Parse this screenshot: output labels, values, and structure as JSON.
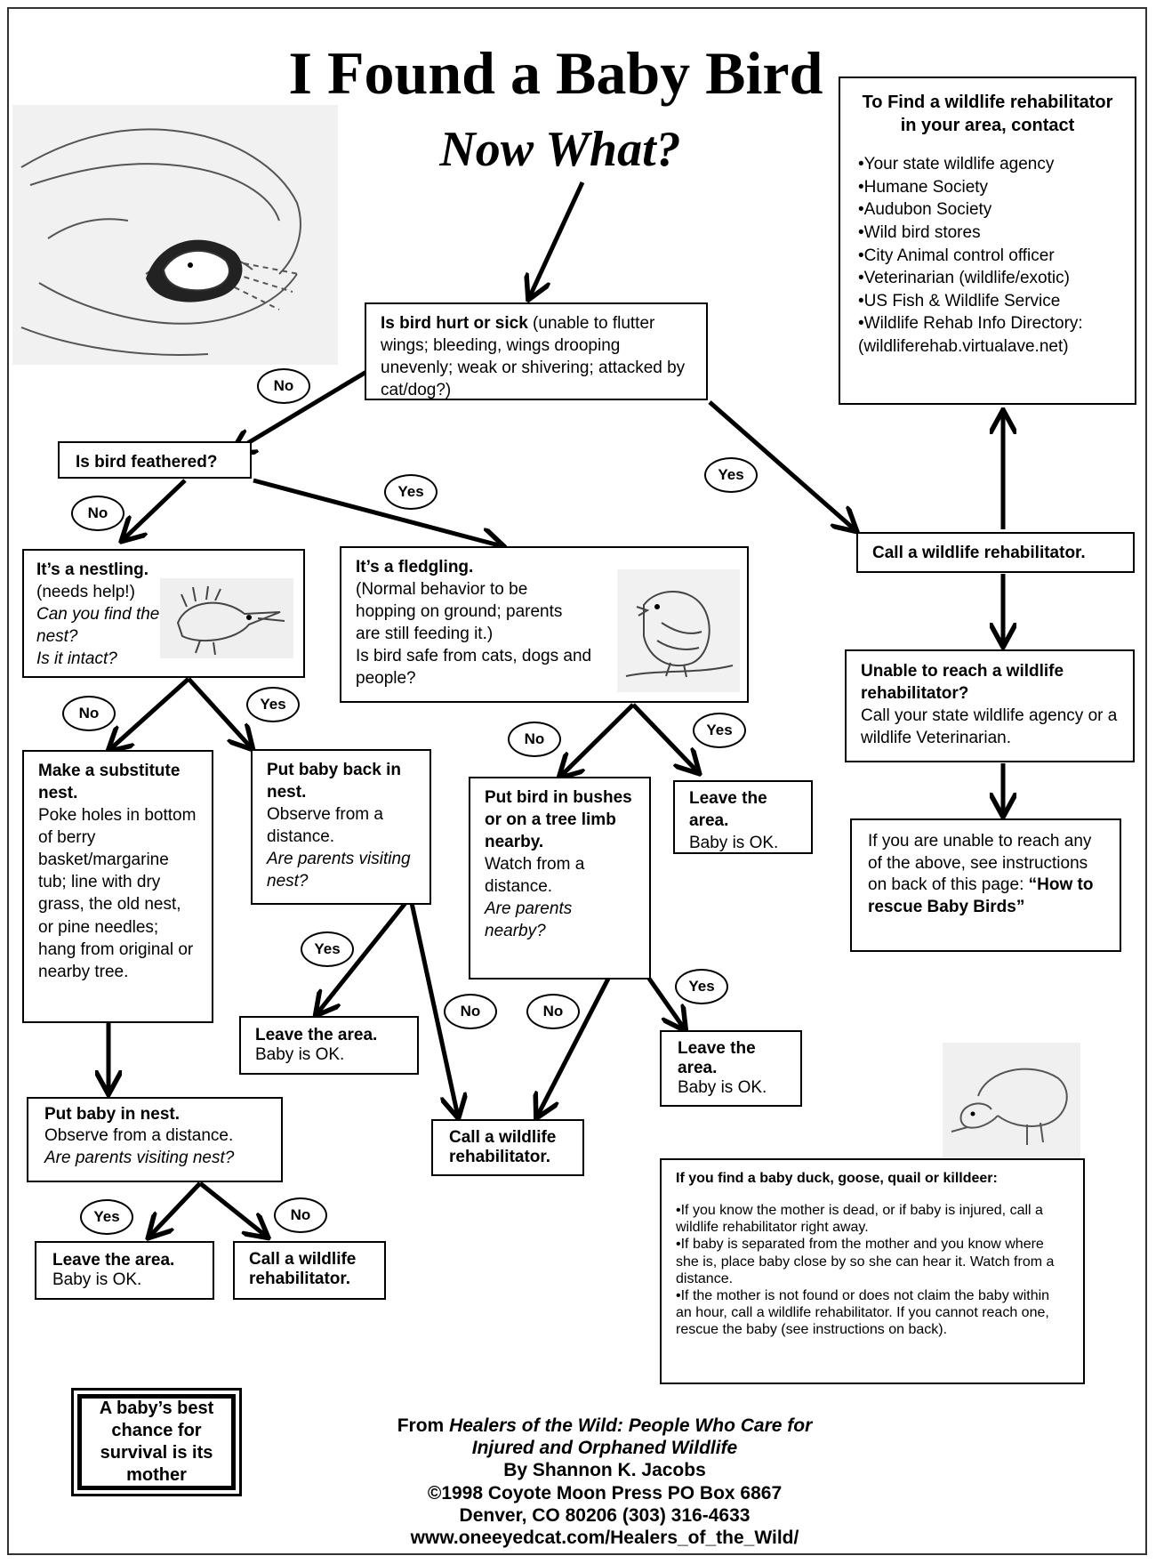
{
  "title": {
    "line1": "I Found a Baby Bird",
    "line2": "Now What?"
  },
  "decision_hurt": {
    "bold": "Is bird hurt or sick",
    "text": "(unable to flutter wings; bleeding, wings drooping unevenly; weak or shivering; attacked by cat/dog?)"
  },
  "feathered": "Is bird feathered?",
  "nestling": {
    "title": "It’s a nestling.",
    "l1": "(needs help!)",
    "l2": "Can you find the nest?",
    "l3": "Is it intact?"
  },
  "fledgling": {
    "title": "It’s a fledgling.",
    "text": "(Normal behavior to be hopping on ground; parents are still feeding it.)",
    "question": "Is bird safe from cats, dogs and people?"
  },
  "substitute": {
    "title": "Make a substitute nest.",
    "text": "Poke holes in bottom of berry basket/margarine tub; line with dry grass, the old nest, or pine needles; hang from original or nearby tree."
  },
  "put_back": {
    "title": "Put baby back in nest.",
    "text": "Observe from a distance.",
    "question": "Are parents visiting nest?"
  },
  "bushes": {
    "title": "Put bird in bushes or on a tree limb nearby.",
    "text": "Watch from a distance.",
    "question": "Are parents nearby?"
  },
  "leave_fledgling": {
    "title": "Leave the area.",
    "text": "Baby is OK."
  },
  "leave_putback": {
    "title": "Leave the area.",
    "text": "Baby is OK."
  },
  "leave_bushes": {
    "title": "Leave the area.",
    "text": "Baby is OK."
  },
  "leave_bottom": {
    "title": "Leave the area.",
    "text": "Baby is OK."
  },
  "call_middle": "Call a wildlife rehabilitator.",
  "call_bottom": "Call a wildlife rehabilitator.",
  "put_in_nest": {
    "title": "Put baby in nest.",
    "text": "Observe from a distance.",
    "question": "Are parents visiting nest?"
  },
  "call_right": "Call a wildlife rehabilitator.",
  "unable": {
    "title": "Unable to reach a wildlife rehabilitator?",
    "text": "Call your state wildlife agency or a wildlife Veterinarian."
  },
  "unable_any": {
    "text": "If you are unable to reach any of the above, see instructions on back of this page:",
    "bold": "“How to rescue Baby Birds”"
  },
  "find": {
    "title": "To Find a wildlife rehabilitator in your area, contact",
    "items": [
      "•Your state wildlife agency",
      "•Humane Society",
      "•Audubon Society",
      "•Wild bird stores",
      "•City Animal control officer",
      "•Veterinarian (wildlife/exotic)",
      "•US Fish & Wildlife Service",
      "•Wildlife Rehab Info Directory:",
      "(wildliferehab.virtualave.net)"
    ]
  },
  "duck": {
    "title": "If you find a baby duck, goose, quail or killdeer:",
    "items": [
      "•If you know the mother is dead, or if baby is injured, call a wildlife rehabilitator right away.",
      "•If baby is separated from the mother and you know where she is, place baby close by so she can hear it. Watch from a distance.",
      "•If the mother is not found or does not claim the baby within an hour, call a wildlife rehabilitator. If you cannot reach one, rescue the baby (see instructions on back)."
    ]
  },
  "mother_box": "A baby’s best chance for survival is its mother",
  "credit": {
    "from": "From ",
    "book": "Healers of the Wild: People Who Care for Injured and Orphaned Wildlife",
    "lines": [
      "By Shannon K. Jacobs",
      "©1998 Coyote Moon Press PO Box 6867",
      "Denver, CO 80206 (303) 316-4633",
      "www.oneeyedcat.com/Healers_of_the_Wild/"
    ]
  },
  "labels": {
    "yes": "Yes",
    "no": "No"
  },
  "icons": [
    "hands-holding-bird-illustration",
    "nestling-illustration",
    "fledgling-illustration",
    "duckling-illustration"
  ]
}
